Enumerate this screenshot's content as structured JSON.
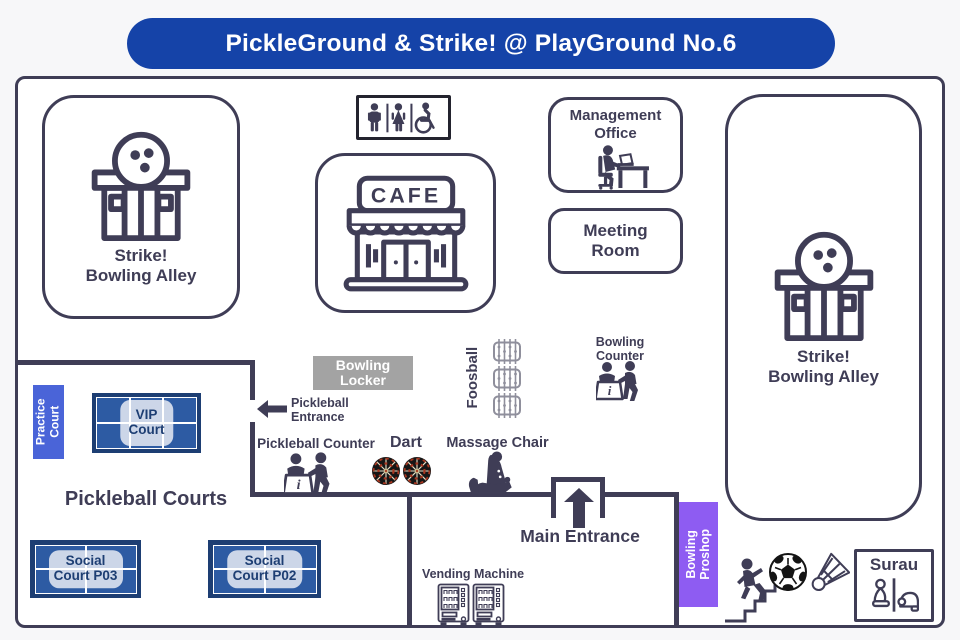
{
  "title": "PickleGround & Strike! @ PlayGround No.6",
  "colors": {
    "banner_blue": "#1543a8",
    "wall_navy": "#3f3d56",
    "text_navy": "#3f3d56",
    "court_frame": "#1d3e73",
    "court_blue": "#2d5ba3",
    "court_light": "#ccd6e8",
    "practice_blue": "#4a64d8",
    "proshop_purple": "#8e5cf2",
    "locker_gray": "#a3a3a3",
    "foosball_gray": "#8f8f9c"
  },
  "rooms": {
    "bowling_left": {
      "line1": "Strike!",
      "line2": "Bowling Alley"
    },
    "bowling_right": {
      "line1": "Strike!",
      "line2": "Bowling Alley"
    },
    "cafe_sign": "CAFE",
    "management_office": {
      "line1": "Management",
      "line2": "Office"
    },
    "meeting_room": {
      "line1": "Meeting",
      "line2": "Room"
    }
  },
  "labels": {
    "bowling_locker": {
      "line1": "Bowling",
      "line2": "Locker"
    },
    "foosball": "Foosball",
    "bowling_counter": {
      "line1": "Bowling",
      "line2": "Counter"
    },
    "pickleball_entrance": {
      "line1": "Pickleball",
      "line2": "Entrance"
    },
    "pickleball_counter": "Pickleball Counter",
    "dart": "Dart",
    "massage_chair": "Massage Chair",
    "main_entrance": "Main Entrance",
    "vending_machine": "Vending Machine",
    "bowling_proshop": {
      "line1": "Bowling",
      "line2": "Proshop"
    },
    "surau": "Surau",
    "counter_info_letter": "i"
  },
  "courts": {
    "heading": "Pickleball Courts",
    "practice": {
      "line1": "Practice",
      "line2": "Court"
    },
    "vip": {
      "line1": "VIP",
      "line2": "Court"
    },
    "social_p03": {
      "line1": "Social",
      "line2": "Court P03"
    },
    "social_p02": {
      "line1": "Social",
      "line2": "Court P02"
    }
  },
  "icons": [
    "toilet-sign",
    "cafe-storefront",
    "person-at-desk",
    "bowling-building",
    "foosball-table",
    "info-counter",
    "left-arrow",
    "dartboard",
    "massage-chair",
    "up-arrow",
    "vending-machine",
    "stairs-person",
    "soccer-ball",
    "shuttlecock",
    "praying-figures"
  ]
}
